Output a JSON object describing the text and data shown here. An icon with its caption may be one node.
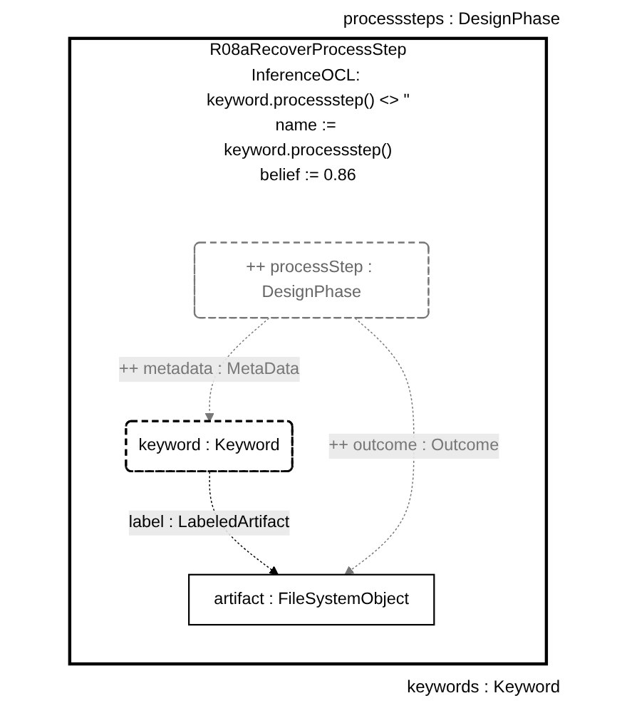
{
  "diagram": {
    "nodes": [
      {
        "text": [
          "R08aRecoverProcessStep",
          "InferenceOCL: keyword.processstep() <> \"",
          "name := keyword.processstep()",
          "belief := 0.86"
        ]
      },
      {
        "text": [
          "keyword : Keyword"
        ],
        "in": 0
      },
      {
        "text": [
          "++ processStep : DesignPhase"
        ],
        "in": 0
      },
      {
        "text": [
          "artifact : FileSystemObject"
        ],
        "in": 0
      }
    ],
    "edges": [
      {
        "from": 2,
        "to": 1,
        "arrow": "to",
        "label": "++ metadata : MetaData",
        "style": "dashed"
      },
      {
        "from": 1,
        "to": 3,
        "arrow": "to",
        "label": "label : LabeledArtifact",
        "style": "dashed",
        "color": "#000000"
      },
      {
        "from": 2,
        "to": 3,
        "arrow": "to",
        "label": "++ outcome : Outcome",
        "style": "dashed"
      }
    ],
    "labels": [
      "processsteps : DesignPhase",
      "keywords : Keyword"
    ]
  }
}
